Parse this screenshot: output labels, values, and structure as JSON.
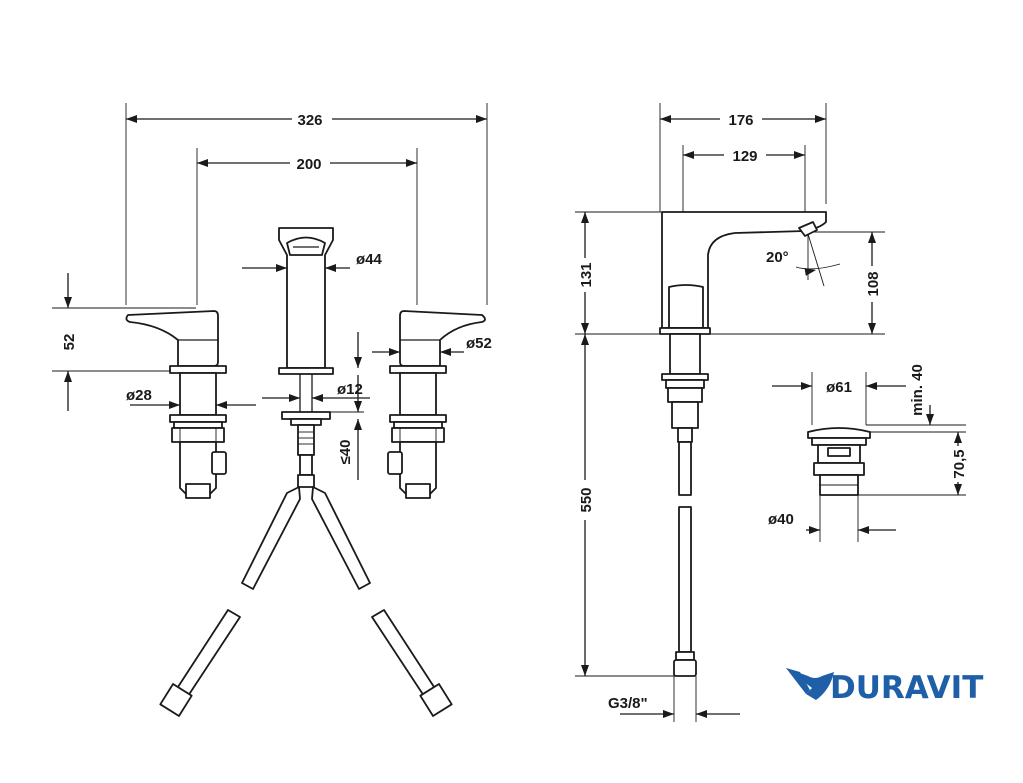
{
  "dimensions": {
    "front": {
      "overall_width": "326",
      "handle_spacing": "200",
      "spout_diameter": "ø44",
      "handle_height": "52",
      "handle_diameter": "ø52",
      "base_diameter": "ø28",
      "rod_diameter": "ø12",
      "max_thickness": "≤40"
    },
    "side": {
      "projection": "176",
      "spout_reach": "129",
      "height": "131",
      "outlet_height": "108",
      "angle": "20°",
      "hose_length": "550",
      "thread": "G3/8\""
    },
    "drain": {
      "head_diameter": "ø61",
      "min_clearance": "min. 40",
      "body_height": "70,5",
      "body_diameter": "ø40"
    }
  },
  "brand": {
    "name": "DURAVIT",
    "color": "#1f5fa8",
    "logo_icon": "duravit-bird-icon"
  }
}
